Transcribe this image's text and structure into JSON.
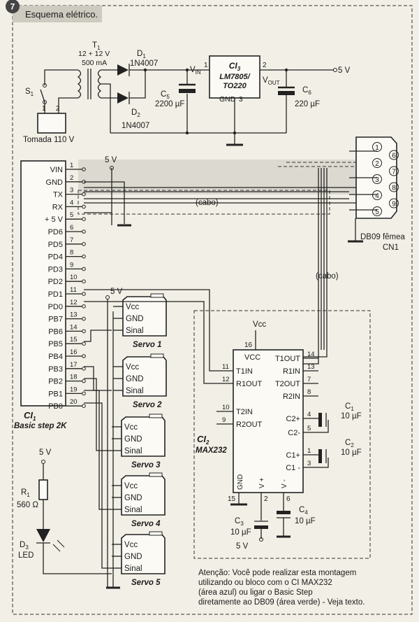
{
  "figure": {
    "number": "7",
    "title": "Esquema elétrico.",
    "note": [
      "Atenção: Você pode realizar esta montagem",
      "utilizando ou bloco com o CI MAX232",
      "(área azul) ou ligar o Basic Step",
      "diretamente ao DB09 (área verde) - Veja texto."
    ]
  },
  "power_supply": {
    "switch": "S",
    "switch_sub": "1",
    "plug": "Tomada 110 V",
    "plug_pins": [
      "1",
      "2"
    ],
    "transformer": "T",
    "transformer_sub": "1",
    "transformer_spec": [
      "12 + 12 V",
      "500 mA"
    ],
    "d1": "D",
    "d1_sub": "1",
    "d1_part": "1N4007",
    "d2": "D",
    "d2_sub": "2",
    "d2_part": "1N4007",
    "vin": "V",
    "vin_sub": "IN",
    "c5": "C",
    "c5_sub": "5",
    "c5_val": "2200 µF",
    "reg": "CI",
    "reg_sub": "3",
    "reg_part": "LM7805/",
    "reg_pkg": "TO220",
    "reg_gnd": "GND",
    "reg_pins": [
      "1",
      "2",
      "3"
    ],
    "vout": "V",
    "vout_sub": "OUT",
    "c6": "C",
    "c6_sub": "6",
    "c6_val": "220 µF",
    "out": "5 V"
  },
  "ci1": {
    "label": "CI",
    "label_sub": "1",
    "name": "Basic step 2K",
    "pins": [
      {
        "name": "VIN",
        "num": "1"
      },
      {
        "name": "GND",
        "num": "2"
      },
      {
        "name": "TX",
        "num": "3"
      },
      {
        "name": "RX",
        "num": "4"
      },
      {
        "name": "+ 5 V",
        "num": "5"
      },
      {
        "name": "PD6",
        "num": "6"
      },
      {
        "name": "PD5",
        "num": "7"
      },
      {
        "name": "PD4",
        "num": "8"
      },
      {
        "name": "PD3",
        "num": "9"
      },
      {
        "name": "PD2",
        "num": "10"
      },
      {
        "name": "PD1",
        "num": "11"
      },
      {
        "name": "PD0",
        "num": "12"
      },
      {
        "name": "PB7",
        "num": "13"
      },
      {
        "name": "PB6",
        "num": "14"
      },
      {
        "name": "PB5",
        "num": "15"
      },
      {
        "name": "PB4",
        "num": "16"
      },
      {
        "name": "PB3",
        "num": "17"
      },
      {
        "name": "PB2",
        "num": "18"
      },
      {
        "name": "PB1",
        "num": "19"
      },
      {
        "name": "PB0",
        "num": "20"
      }
    ],
    "supply": "5 V"
  },
  "cable_label": "(cabo)",
  "cable_label2": "(cabo)",
  "db9": {
    "pins": [
      "1",
      "6",
      "2",
      "7",
      "3",
      "8",
      "4",
      "9",
      "5"
    ],
    "name": "DB09 fêmea",
    "ref": "CN1"
  },
  "servos": {
    "supply": "5 V",
    "pin_labels": [
      "Vcc",
      "GND",
      "Sinal"
    ],
    "names": [
      "Servo 1",
      "Servo 2",
      "Servo 3",
      "Servo 4",
      "Servo 5"
    ]
  },
  "max232": {
    "label": "CI",
    "label_sub": "2",
    "name": "MAX232",
    "vcc": "Vcc",
    "pins_left": [
      {
        "name": "T1IN",
        "num": "11"
      },
      {
        "name": "R1OUT",
        "num": "12"
      },
      {
        "name": "T2IN",
        "num": "10"
      },
      {
        "name": "R2OUT",
        "num": "9"
      }
    ],
    "pins_right": [
      {
        "name": "T1OUT",
        "num": "14"
      },
      {
        "name": "R1IN",
        "num": "13"
      },
      {
        "name": "T2OUT",
        "num": "7"
      },
      {
        "name": "R2IN",
        "num": "8"
      }
    ],
    "top_pin": {
      "name": "VCC",
      "num": "16"
    },
    "cap_pins": [
      {
        "name": "C2+",
        "num": "4"
      },
      {
        "name": "C2-",
        "num": "5"
      },
      {
        "name": "C1+",
        "num": "1"
      },
      {
        "name": "C1 -",
        "num": "3"
      }
    ],
    "bottom": [
      {
        "name": "GND",
        "num": "15"
      },
      {
        "name": "V +",
        "num": "2"
      },
      {
        "name": "V -",
        "num": "6"
      }
    ],
    "c1": "C",
    "c1_sub": "1",
    "c1_val": "10 µF",
    "c2": "C",
    "c2_sub": "2",
    "c2_val": "10 µF",
    "c3": "C",
    "c3_sub": "3",
    "c3_val": "10 µF",
    "c4": "C",
    "c4_sub": "4",
    "c4_val": "10 µF",
    "c3_supply": "5 V"
  },
  "led": {
    "supply": "5 V",
    "r": "R",
    "r_sub": "1",
    "r_val": "560 Ω",
    "d": "D",
    "d_sub": "3",
    "d_type": "LED"
  }
}
